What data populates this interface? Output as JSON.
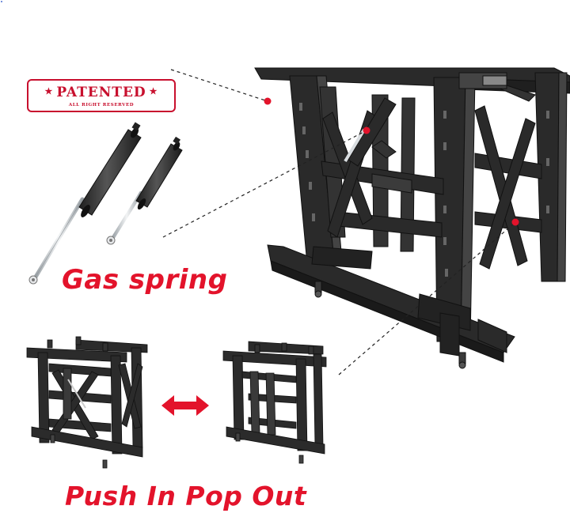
{
  "badge": {
    "title": "PATENTED",
    "subtitle": "ALL RIGHT RESERVED",
    "star_glyph": "★"
  },
  "labels": {
    "gas_spring": "Gas spring",
    "push_pop": "Push In Pop Out"
  },
  "colors": {
    "accent_red": "#e3132b",
    "metal_black": "#2b2b2b",
    "rod_silver": "#d9dde0"
  },
  "icons": {
    "swap": "double-headed-arrow-icon"
  }
}
